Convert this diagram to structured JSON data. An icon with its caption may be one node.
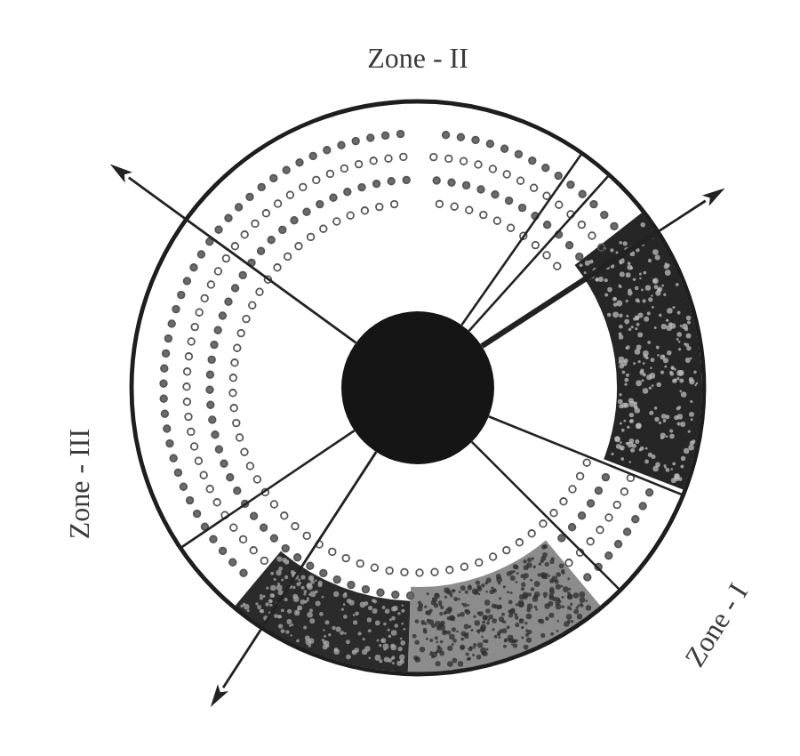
{
  "diagram": {
    "labels": [
      "Zone - II",
      "Zone - III",
      "Zone - I"
    ]
  }
}
